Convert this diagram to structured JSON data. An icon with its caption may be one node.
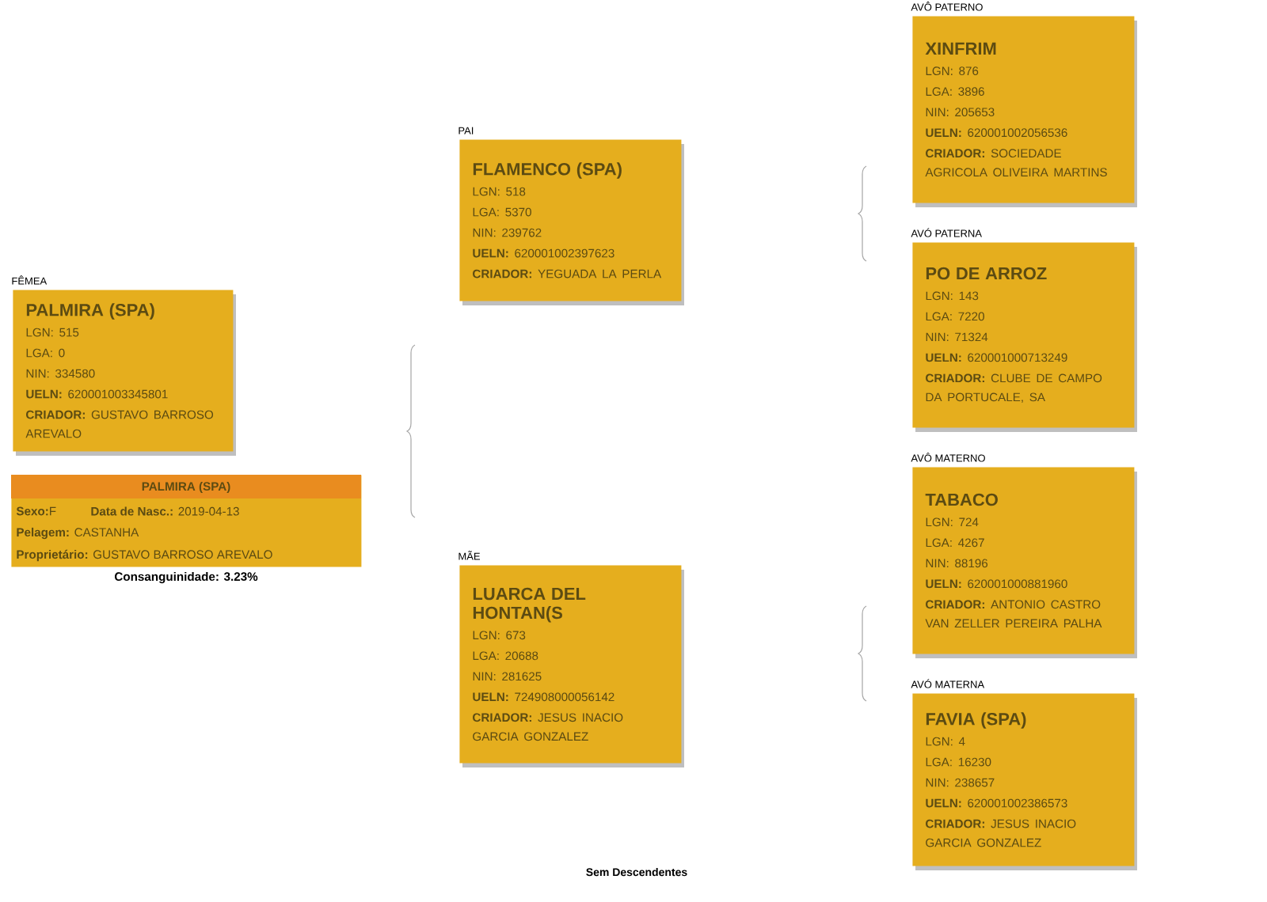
{
  "diagram": {
    "nodes": [
      {
        "text": [
          "FÊMEA",
          "PALMIRA (SPA)",
          "LGN: 515",
          "LGA: 0",
          "NIN: 334580",
          "**UELN:** 620001003345801",
          "**CRIADOR:** GUSTAVO BARROSO AREVALO"
        ]
      },
      {
        "text": [
          "PALMIRA (SPA)",
          "**Sexo:**F",
          "**Data de Nasc.:** 2019-04-13",
          "**Pelagem:** CASTANHA",
          "**Proprietário:** GUSTAVO BARROSO AREVALO"
        ],
        "beside": [
          "Consanguinidade: 3.23%"
        ]
      },
      {
        "text": [
          "PAI",
          "FLAMENCO (SPA)",
          "LGN: 518",
          "LGA: 5370",
          "NIN: 239762",
          "**UELN:** 620001002397623",
          "**CRIADOR:** YEGUADA LA PERLA"
        ]
      },
      {
        "text": [
          "MÃE",
          "LUARCA DEL HONTAN(S",
          "LGN: 673",
          "LGA: 20688",
          "NIN: 281625",
          "**UELN:** 724908000056142",
          "**CRIADOR:** JESUS INACIO GARCIA GONZALEZ"
        ]
      },
      {
        "text": [
          "AVÔ PATERNO",
          "XINFRIM",
          "LGN: 876",
          "LGA: 3896",
          "NIN: 205653",
          "**UELN:** 620001002056536",
          "**CRIADOR:** SOCIEDADE AGRICOLA OLIVEIRA MARTINS"
        ]
      },
      {
        "text": [
          "AVÓ PATERNA",
          "PO DE ARROZ",
          "LGN: 143",
          "LGA: 7220",
          "NIN: 71324",
          "**UELN:** 620001000713249",
          "**CRIADOR:** CLUBE DE CAMPO DA PORTUCALE, SA"
        ]
      },
      {
        "text": [
          "AVÔ MATERNO",
          "TABACO",
          "LGN: 724",
          "LGA: 4267",
          "NIN: 88196",
          "**UELN:** 620001000881960",
          "**CRIADOR:** ANTONIO CASTRO VAN ZELLER PEREIRA PALHA"
        ]
      },
      {
        "text": [
          "AVÓ MATERNA",
          "FAVIA (SPA)",
          "LGN: 4",
          "LGA: 16230",
          "NIN: 238657",
          "**UELN:** 620001002386573",
          "**CRIADOR:** JESUS INACIO GARCIA GONZALEZ"
        ]
      }
    ],
    "labels": [
      "Sem Descendentes"
    ]
  }
}
